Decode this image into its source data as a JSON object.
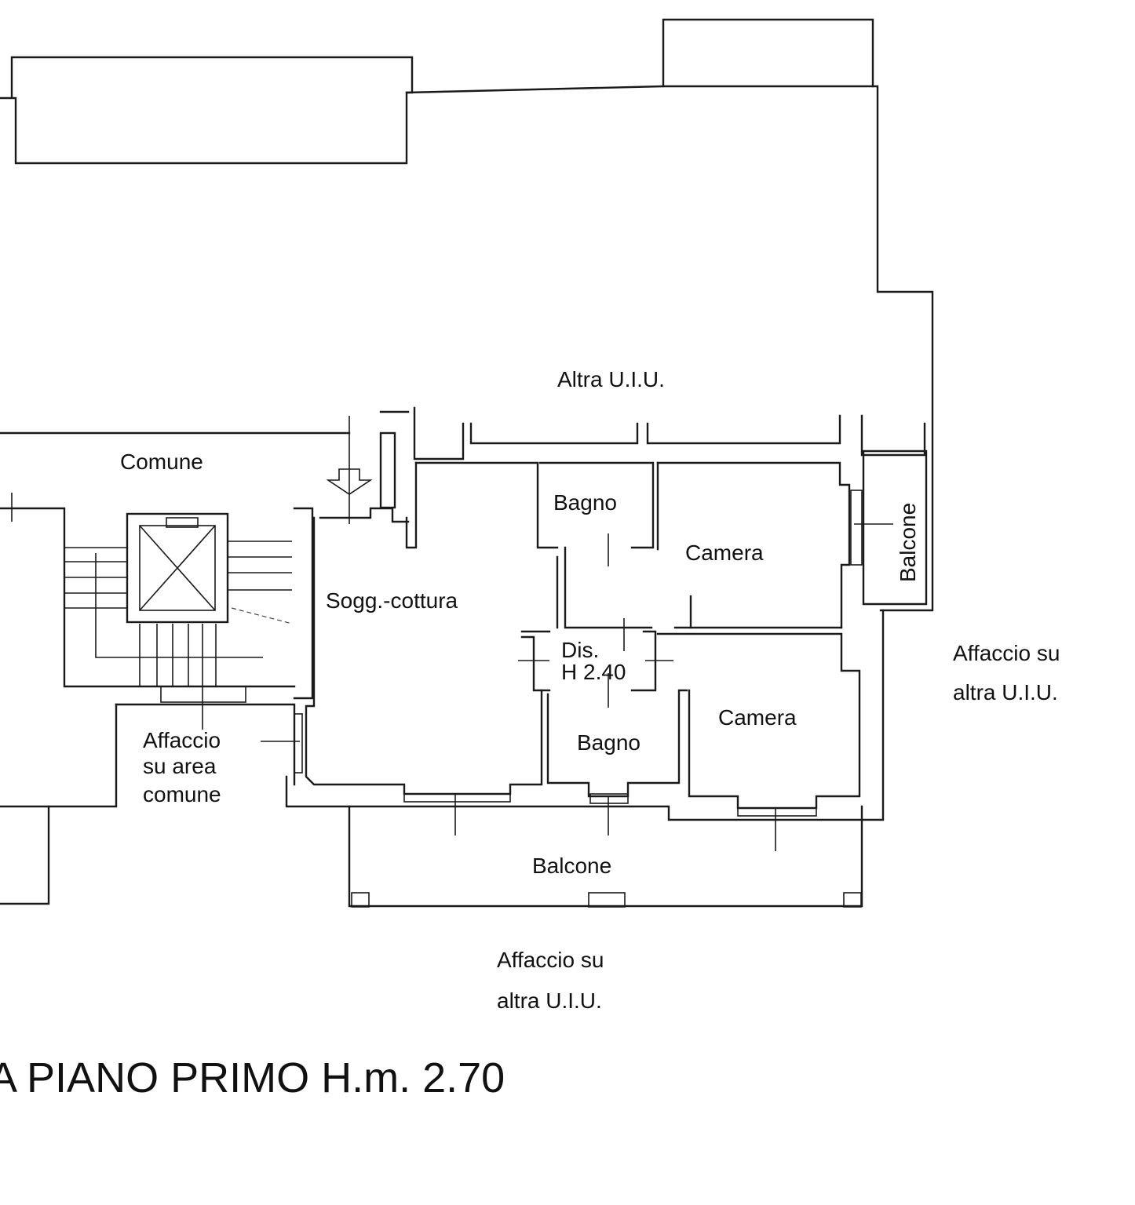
{
  "rooms": {
    "altra_uiu_top": "Altra U.I.U.",
    "comune": "Comune",
    "bagno_1": "Bagno",
    "camera_1": "Camera",
    "balcone_side": "Balcone",
    "soggiorno": "Sogg.-cottura",
    "dis_line1": "Dis.",
    "dis_line2": "H 2.40",
    "camera_2": "Camera",
    "bagno_2": "Bagno",
    "affaccio_comune_1": "Affaccio",
    "affaccio_comune_2": "su area",
    "affaccio_comune_3": "comune",
    "balcone_bottom": "Balcone"
  },
  "outside": {
    "affaccio_right_1": "Affaccio su",
    "affaccio_right_2": "altra U.I.U.",
    "affaccio_bottom_1": "Affaccio su",
    "affaccio_bottom_2": "altra U.I.U."
  },
  "plan_title": "A PIANO PRIMO H.m. 2.70"
}
